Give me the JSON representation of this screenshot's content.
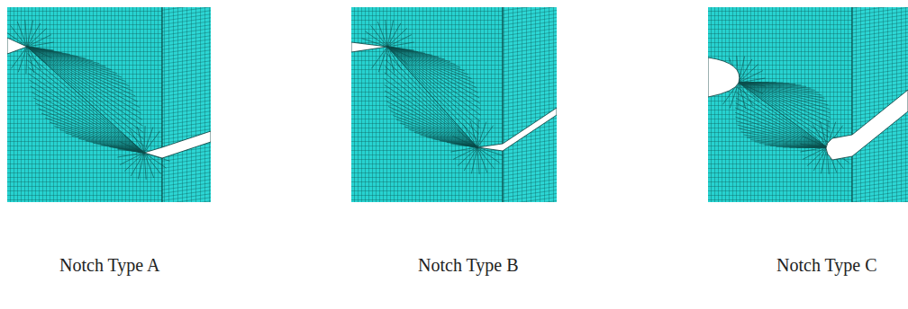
{
  "diagram": {
    "labels": [
      "Notch Type A",
      "Notch Type B",
      "Notch Type C"
    ]
  }
}
